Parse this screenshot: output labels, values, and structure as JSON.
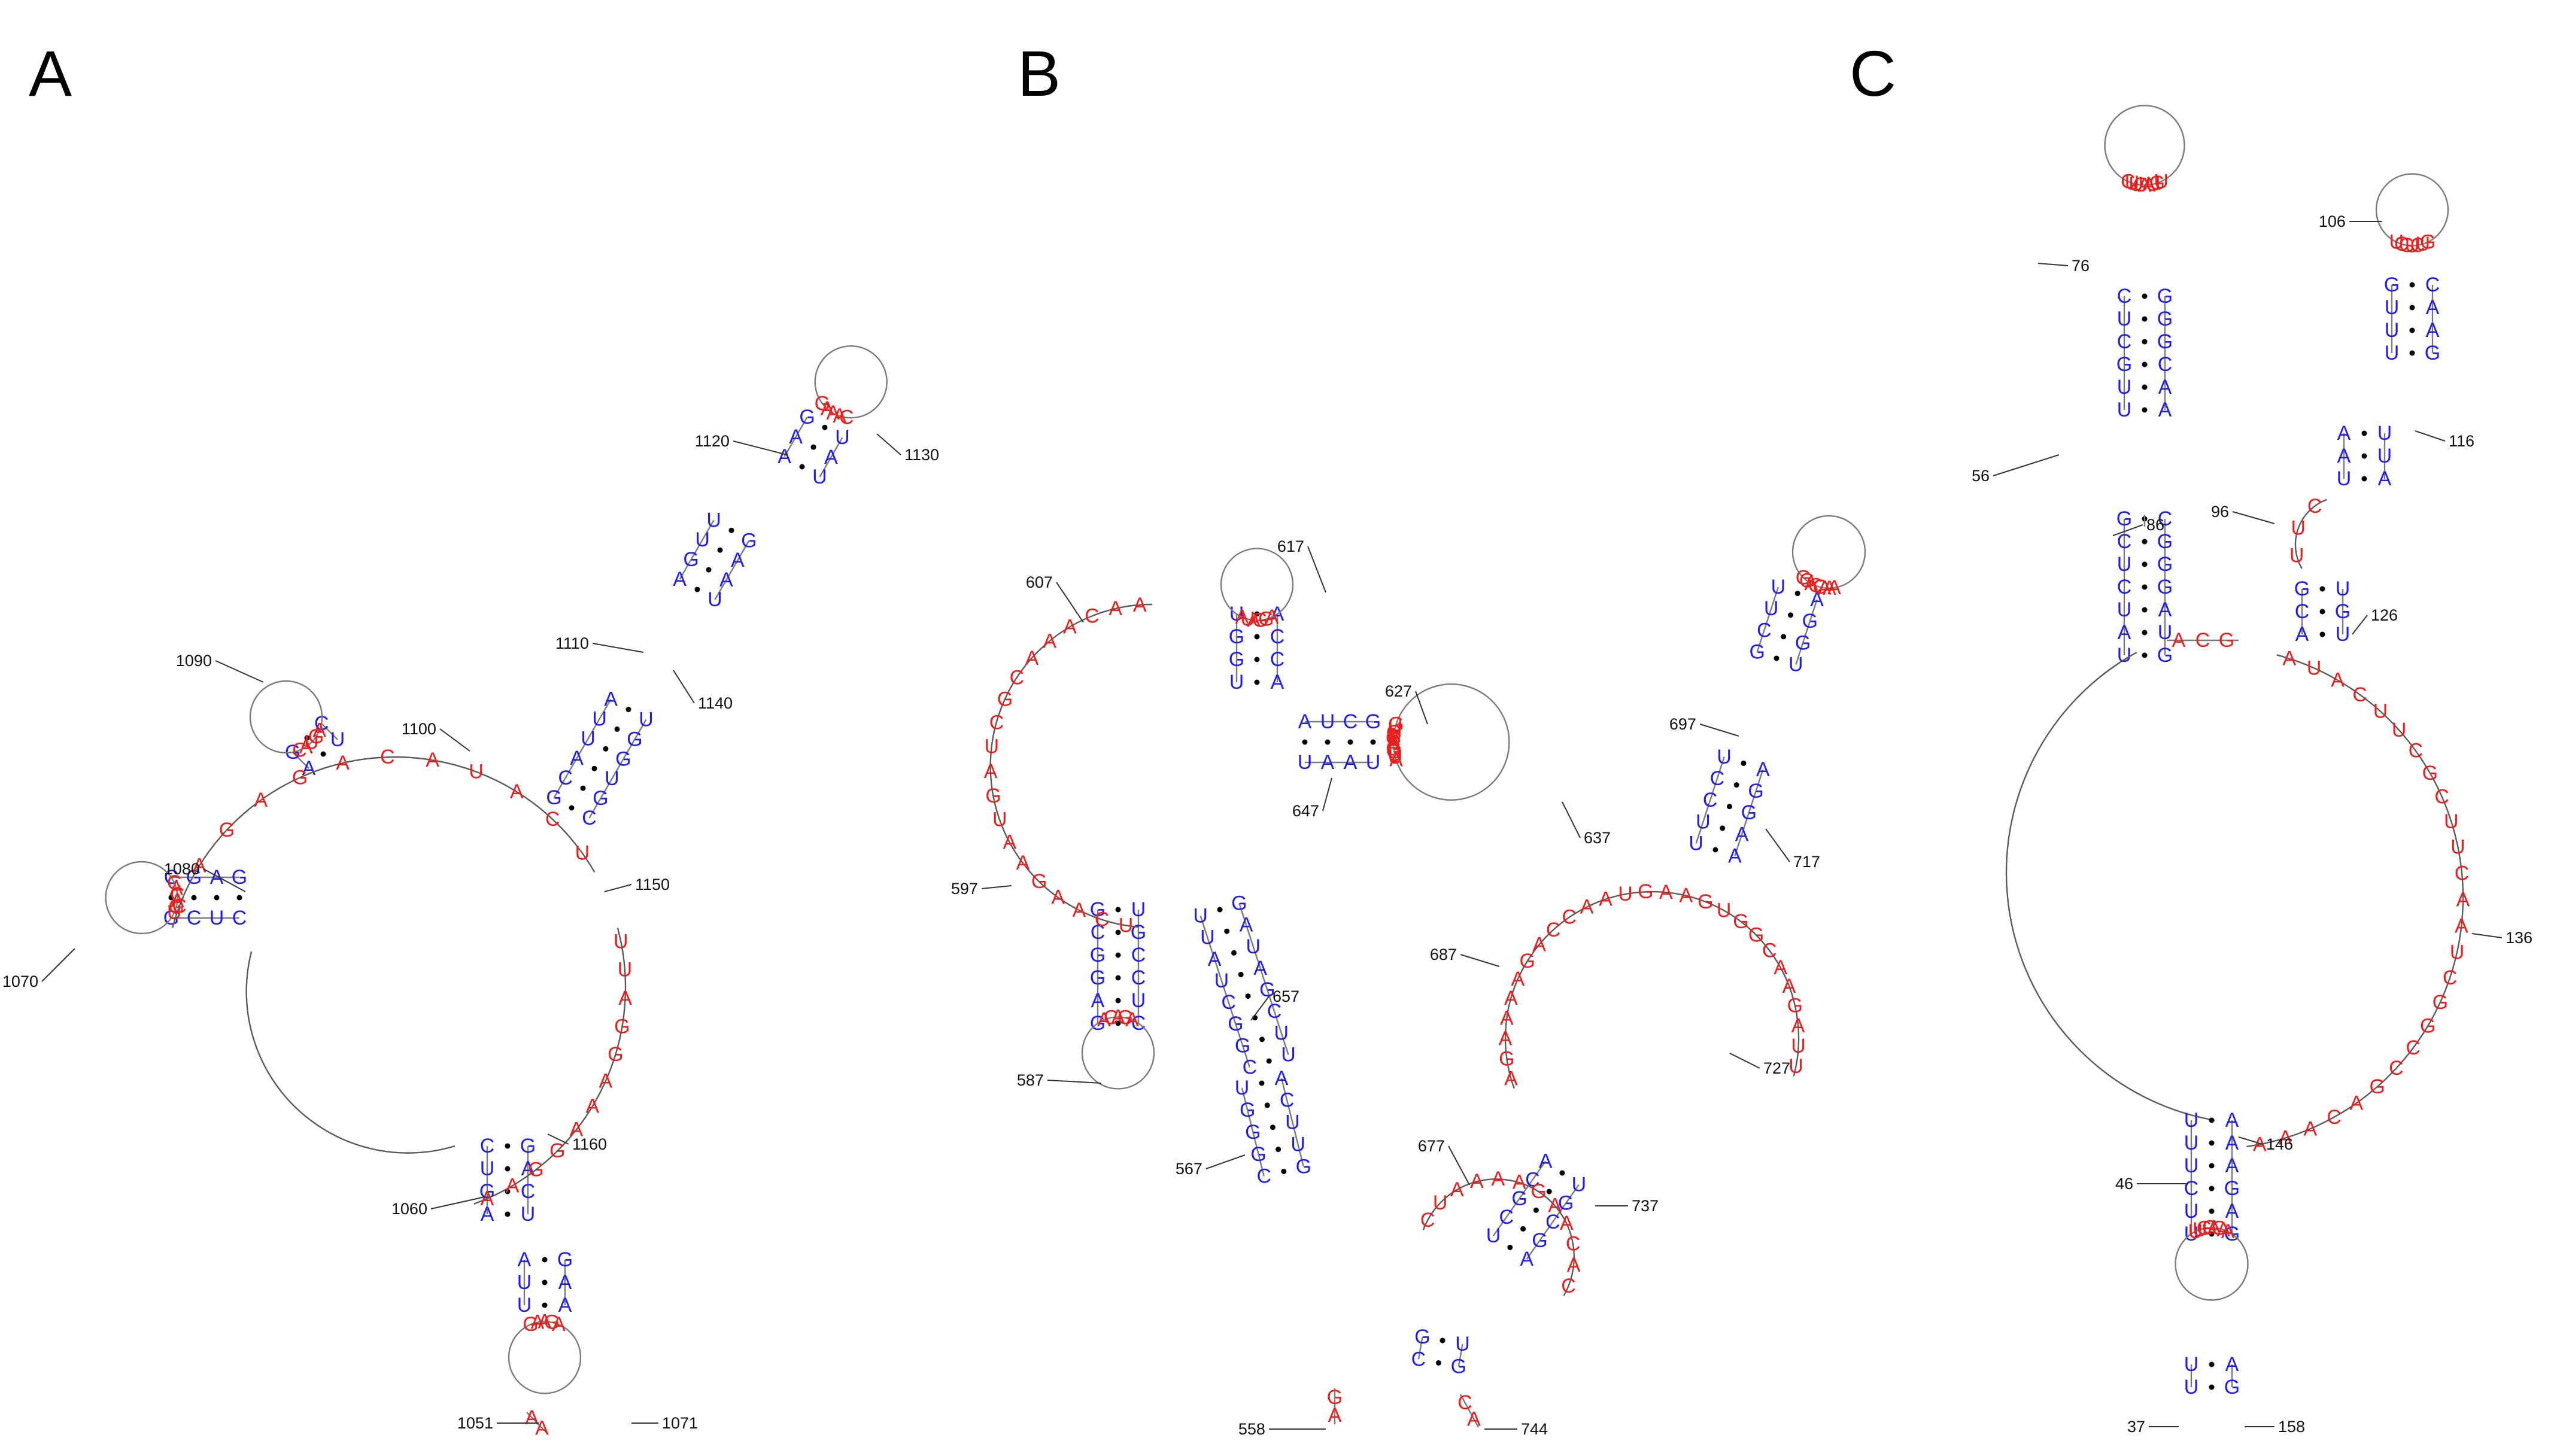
{
  "colors": {
    "paired": "#1f1fe6",
    "unpaired": "#e82020",
    "backbone": "#7a7a7a",
    "text": "#111111"
  },
  "panels": [
    {
      "label": "A",
      "numbers": [
        "1051",
        "1060",
        "1070",
        "1071",
        "1080",
        "1090",
        "1100",
        "1110",
        "1120",
        "1130",
        "1140",
        "1150",
        "1160"
      ],
      "stems": [
        {
          "name": "stem-a1",
          "pairs": [
            "G-C",
            "A-U",
            "C-G",
            "U-A"
          ]
        },
        {
          "name": "stem-a2",
          "pairs": [
            "C-G",
            "U-A",
            "C-G",
            "G-C"
          ]
        },
        {
          "name": "stem-a3",
          "pairs": [
            "G-C",
            "U-C",
            "C-G",
            "C-G"
          ]
        },
        {
          "name": "stem-a4",
          "pairs": [
            "A-U",
            "G-C"
          ]
        },
        {
          "name": "stem-a5",
          "pairs": [
            "G-C",
            "C-G",
            "A-U",
            "U-G",
            "U-G",
            "A-U"
          ]
        },
        {
          "name": "stem-a6",
          "pairs": [
            "A-U",
            "G-A",
            "U-A",
            "U-G"
          ]
        },
        {
          "name": "stem-a7",
          "pairs": [
            "G-A",
            "A-U",
            "A-U"
          ]
        }
      ],
      "loops": [
        "A",
        "G",
        "A",
        "A",
        "G",
        "U",
        "G",
        "A",
        "C",
        "A",
        "C",
        "C",
        "A",
        "U",
        "G",
        "A",
        "G",
        "A",
        "A",
        "A",
        "C",
        "C",
        "A",
        "G",
        "A",
        "G",
        "A",
        "C",
        "A",
        "U",
        "A",
        "C",
        "U",
        "U",
        "U",
        "A",
        "G",
        "G",
        "A",
        "A",
        "A",
        "G",
        "G",
        "A",
        "A",
        "A",
        "A",
        "G",
        "A",
        "A",
        "G",
        "G",
        "A",
        "C",
        "A",
        "G",
        "A",
        "A",
        "G",
        "U",
        "G",
        "G",
        "A",
        "A",
        "C",
        "A",
        "C",
        "U",
        "U",
        "A",
        "A",
        "A",
        "A",
        "C",
        "A",
        "G",
        "C",
        "A",
        "A",
        "A"
      ]
    },
    {
      "label": "B",
      "numbers": [
        "558",
        "567",
        "587",
        "597",
        "607",
        "617",
        "627",
        "637",
        "647",
        "657",
        "677",
        "687",
        "697",
        "717",
        "727",
        "737",
        "744"
      ],
      "stems": [
        {
          "name": "stem-b1",
          "pairs": [
            "U-G",
            "G-C",
            "C-G",
            "C-G",
            "U-A",
            "C-G"
          ]
        },
        {
          "name": "stem-b2",
          "pairs": [
            "U-A",
            "G-C",
            "G-C",
            "U-A"
          ]
        },
        {
          "name": "stem-b3",
          "pairs": [
            "G-U",
            "A-U",
            "U-A",
            "A-U",
            "G-C",
            "C-G",
            "U-G",
            "U-C"
          ]
        },
        {
          "name": "stem-b4",
          "pairs": [
            "U-A",
            "U-A",
            "C-G"
          ]
        },
        {
          "name": "stem-b5",
          "pairs": [
            "A-U",
            "U-A",
            "C-A",
            "G-U"
          ]
        },
        {
          "name": "stem-b6",
          "pairs": [
            "U-A",
            "G-C",
            "C-G",
            "G-C",
            "A-U"
          ]
        },
        {
          "name": "stem-b7",
          "pairs": [
            "U-A",
            "U-A",
            "C-G",
            "C-G",
            "U-A"
          ]
        },
        {
          "name": "stem-b8",
          "pairs": [
            "G-U",
            "C-G",
            "U-G",
            "U-A"
          ]
        },
        {
          "name": "stem-b9",
          "pairs": [
            "U-G",
            "G-C"
          ]
        }
      ],
      "loops": [
        "A",
        "G",
        "A",
        "C",
        "A",
        "A",
        "U",
        "A",
        "G",
        "G",
        "A",
        "G",
        "U",
        "U",
        "G",
        "A",
        "G",
        "A",
        "A",
        "A",
        "G",
        "G",
        "U",
        "U",
        "A",
        "U",
        "C",
        "A",
        "A",
        "G",
        "A",
        "A",
        "U",
        "G",
        "A",
        "U",
        "C",
        "G",
        "C",
        "A",
        "A",
        "A",
        "C",
        "A",
        "A",
        "G",
        "G",
        "A",
        "C",
        "C",
        "A",
        "A",
        "A",
        "A",
        "G",
        "A",
        "A",
        "A",
        "A",
        "G",
        "A",
        "C",
        "C",
        "A",
        "A",
        "U",
        "G",
        "A",
        "A",
        "G",
        "U",
        "G",
        "G",
        "C",
        "A",
        "A",
        "G",
        "A",
        "U",
        "U",
        "C",
        "U",
        "A",
        "A",
        "A",
        "A",
        "G",
        "A",
        "A",
        "C",
        "A",
        "C",
        "G",
        "A",
        "C",
        "A",
        "U"
      ]
    },
    {
      "label": "C",
      "numbers": [
        "37",
        "46",
        "56",
        "76",
        "86",
        "96",
        "106",
        "116",
        "126",
        "136",
        "146",
        "158"
      ],
      "stems": [
        {
          "name": "stem-c1",
          "pairs": [
            "U-A",
            "U-A",
            "G-C",
            "C-G",
            "U-G",
            "C-G"
          ]
        },
        {
          "name": "stem-c2",
          "pairs": [
            "U-G",
            "A-U",
            "U-A",
            "C-G",
            "U-G",
            "C-G",
            "G-C"
          ]
        },
        {
          "name": "stem-c3",
          "pairs": [
            "U-G",
            "U-A",
            "U-A",
            "G-C"
          ]
        },
        {
          "name": "stem-c4",
          "pairs": [
            "U-A",
            "A-U",
            "A-U"
          ]
        },
        {
          "name": "stem-c5",
          "pairs": [
            "A-U",
            "C-G",
            "G-U"
          ]
        },
        {
          "name": "stem-c6",
          "pairs": [
            "A-U",
            "A-U",
            "A-U",
            "G-C",
            "A-U",
            "G-U"
          ]
        },
        {
          "name": "stem-c7",
          "pairs": [
            "A-U",
            "G-U"
          ]
        }
      ],
      "loops": [
        "C",
        "U",
        "U",
        "C",
        "A",
        "A",
        "U",
        "G",
        "U",
        "U",
        "C",
        "G",
        "U",
        "C",
        "U",
        "G",
        "U",
        "U",
        "C",
        "A",
        "U",
        "A",
        "C",
        "U",
        "U",
        "C",
        "G",
        "C",
        "U",
        "U",
        "C",
        "A",
        "A",
        "U",
        "C",
        "G",
        "G",
        "C",
        "C",
        "G",
        "A",
        "C",
        "A",
        "A",
        "A",
        "A",
        "C",
        "G",
        "A",
        "A",
        "C",
        "A",
        "C",
        "G",
        "U",
        "U",
        "C",
        "U",
        "A",
        "U",
        "C",
        "G"
      ]
    }
  ]
}
